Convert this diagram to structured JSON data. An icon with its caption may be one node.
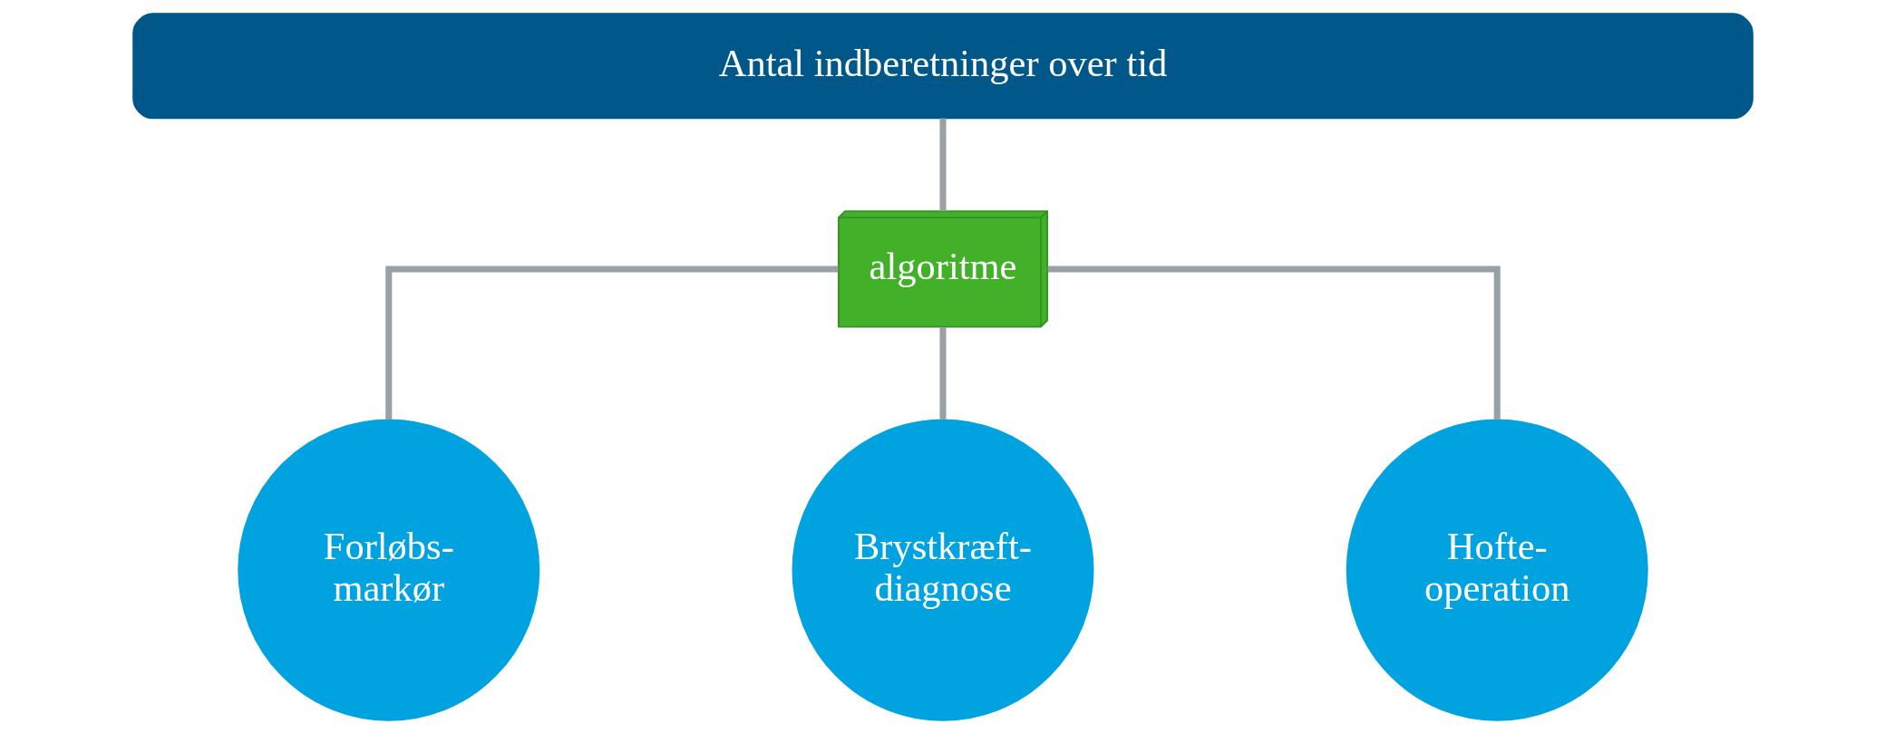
{
  "diagram": {
    "nodes": [
      {
        "text": [
          "Antal indberetninger over tid"
        ]
      },
      {
        "text": [
          "algoritme"
        ]
      },
      {
        "text": [
          "Forløbs- markør"
        ]
      },
      {
        "text": [
          "Brystkræft- diagnose"
        ]
      },
      {
        "text": [
          "Hofte- operation"
        ]
      }
    ],
    "edges": [
      {
        "from": 0,
        "to": 1,
        "arrow": "none"
      },
      {
        "from": 1,
        "to": 2,
        "arrow": "none"
      },
      {
        "from": 1,
        "to": 3,
        "arrow": "none"
      },
      {
        "from": 1,
        "to": 4,
        "arrow": "none"
      }
    ]
  }
}
